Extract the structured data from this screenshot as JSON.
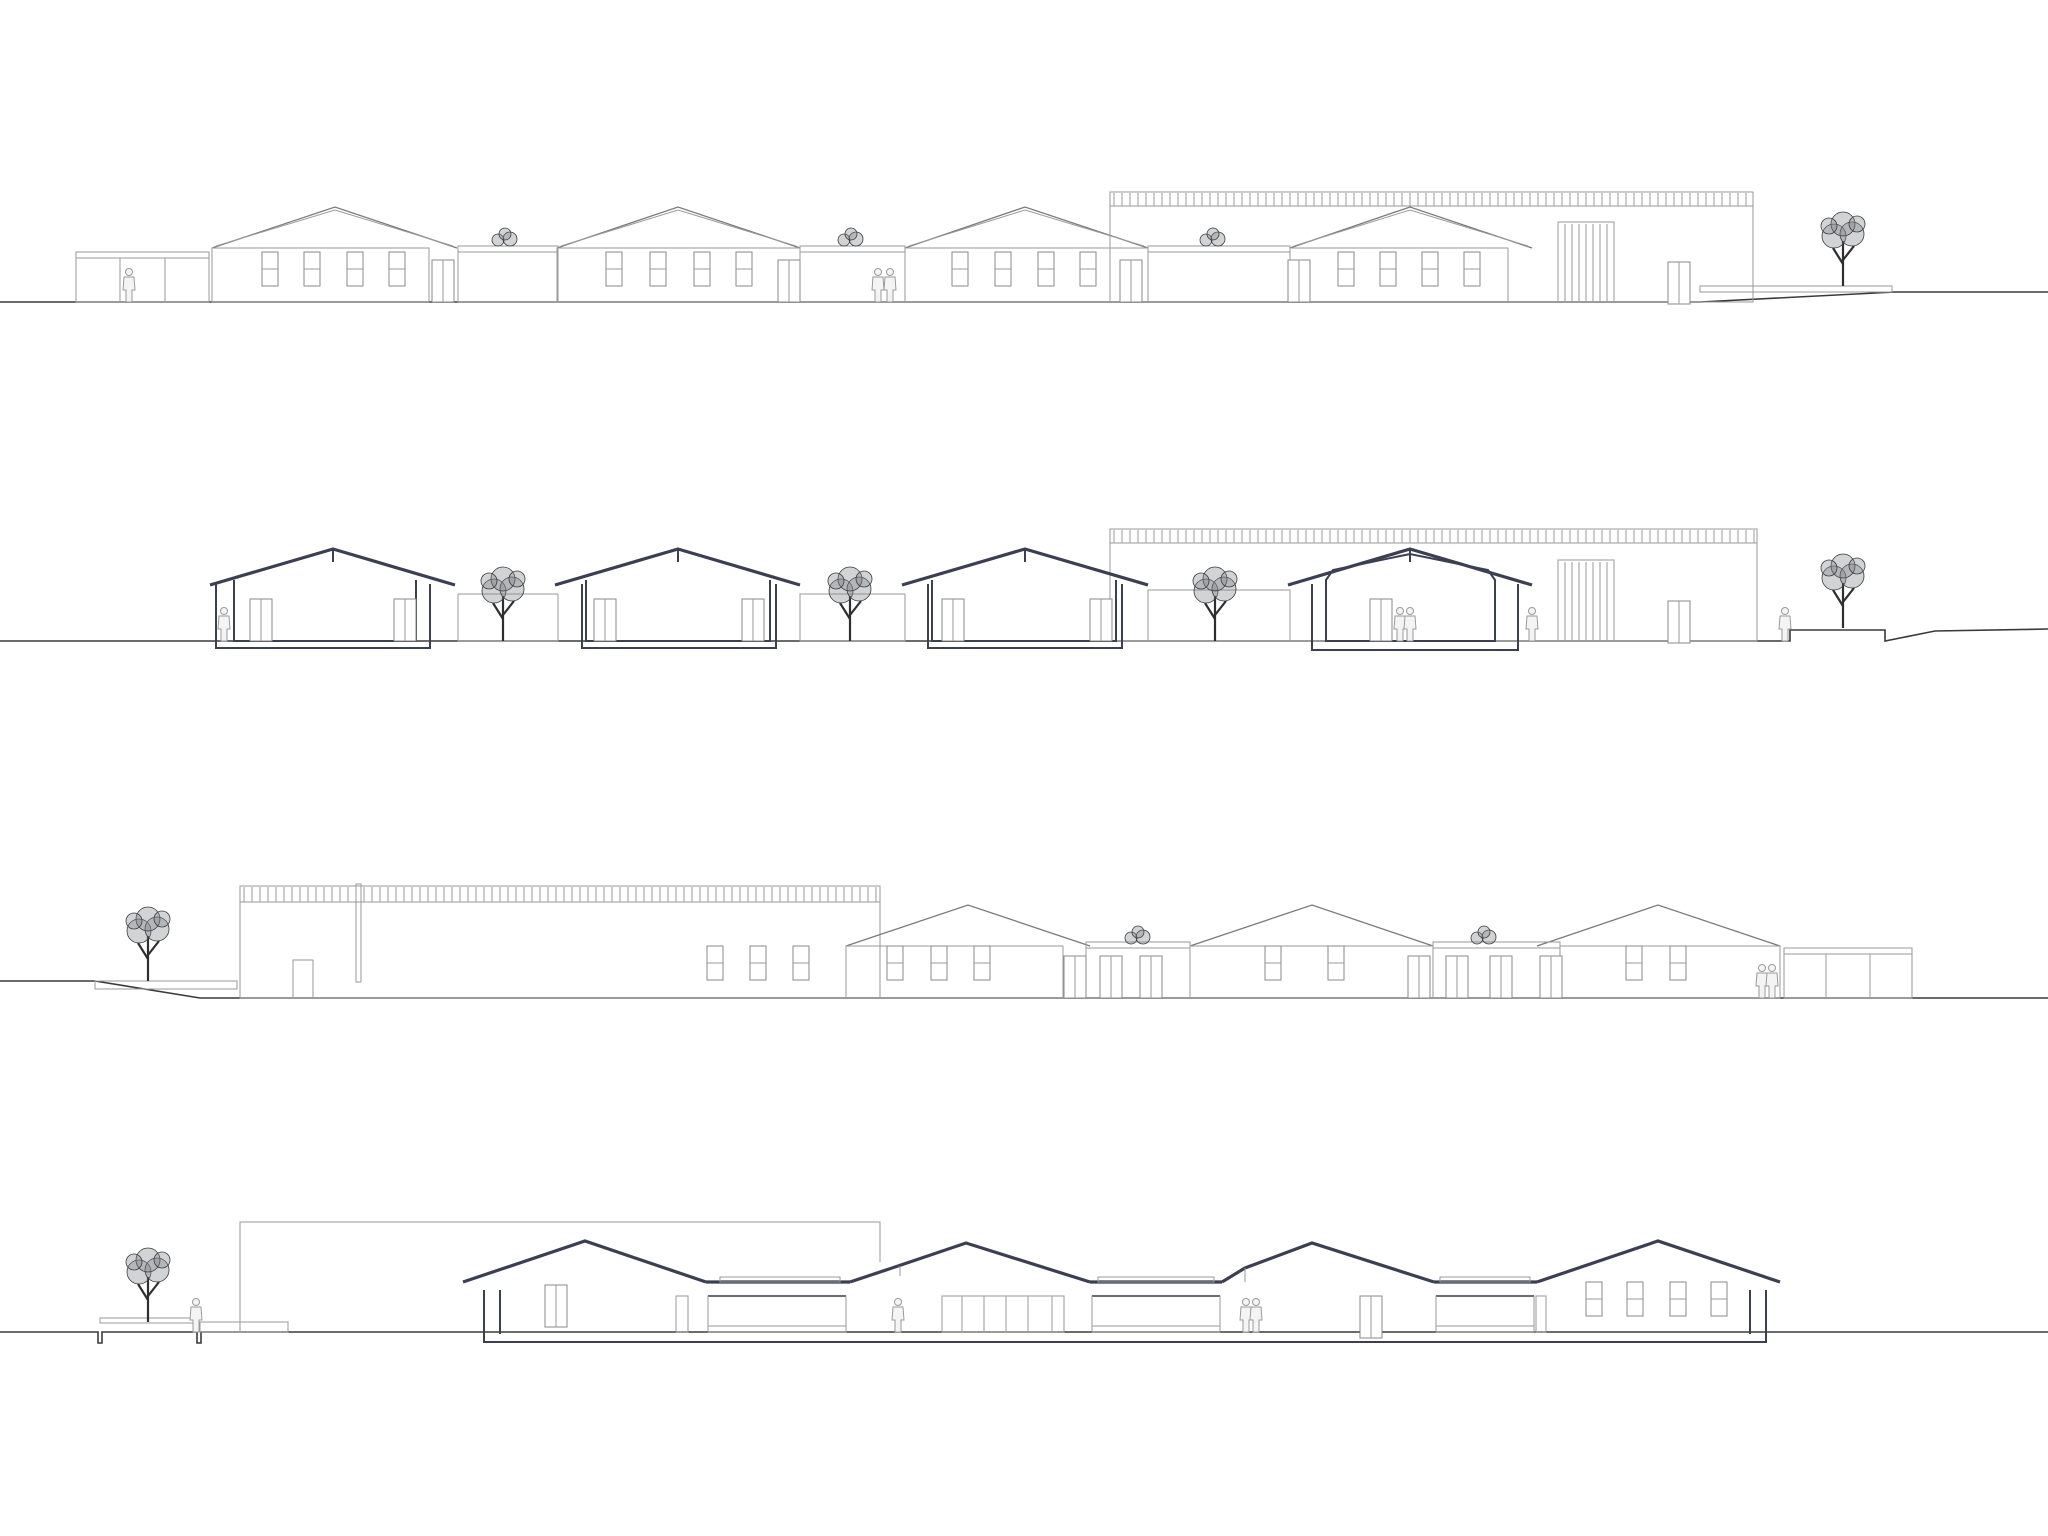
{
  "drawings": [
    {
      "kind": "elevation"
    },
    {
      "kind": "section"
    },
    {
      "kind": "elevation"
    },
    {
      "kind": "section"
    }
  ],
  "colors": {
    "ground_line": "#3a3a3a",
    "cut_line": "#3b3f52",
    "outline": "#9a9a9a",
    "background": "#ffffff"
  }
}
